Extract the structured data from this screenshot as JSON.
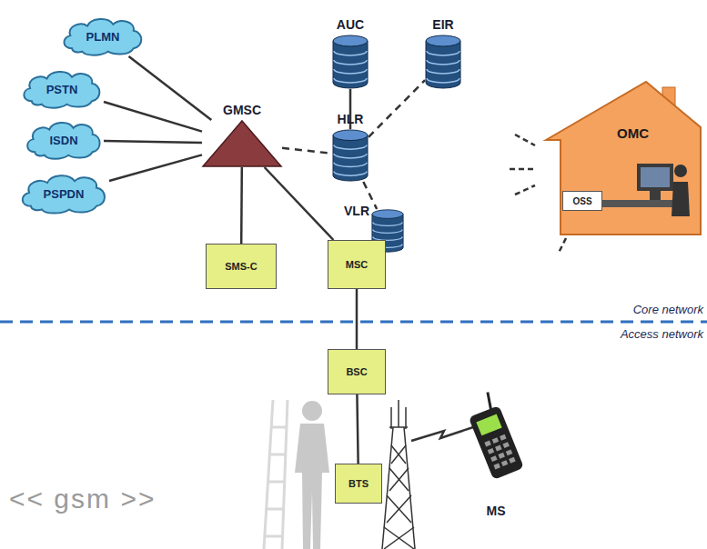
{
  "diagram": {
    "nodes": [
      {
        "text": [
          "AUC"
        ]
      },
      {
        "text": [
          "EIR"
        ]
      },
      {
        "text": [
          "PLMN"
        ]
      },
      {
        "text": [
          "PSTN"
        ]
      },
      {
        "text": [
          "GMSC"
        ]
      },
      {
        "text": [
          "HLR"
        ]
      },
      {
        "text": [
          "OMC"
        ]
      },
      {
        "text": [
          "OSS"
        ],
        "in": 6
      },
      {
        "text": [
          "ISDN"
        ]
      },
      {
        "text": [
          "VLR"
        ]
      },
      {
        "text": [
          "PSPDN"
        ]
      },
      {
        "text": [
          "SMS-C"
        ]
      },
      {
        "text": [
          "MSC"
        ]
      },
      {
        "text": [
          "BSC"
        ]
      },
      {
        "text": [
          "BTS"
        ]
      },
      {
        "text": [
          "MS"
        ]
      }
    ],
    "edges": [
      {
        "from": 2,
        "to": 4,
        "arrow": "none"
      },
      {
        "from": 3,
        "to": 4,
        "arrow": "none"
      },
      {
        "from": 8,
        "to": 4,
        "arrow": "none"
      },
      {
        "from": 10,
        "to": 4,
        "arrow": "none"
      },
      {
        "from": 4,
        "to": 5,
        "arrow": "none"
      },
      {
        "from": 5,
        "to": 0,
        "arrow": "none"
      },
      {
        "from": 5,
        "to": 1,
        "arrow": "none"
      },
      {
        "from": 5,
        "to": 9,
        "arrow": "none"
      },
      {
        "from": 4,
        "to": 11,
        "arrow": "none"
      },
      {
        "from": 4,
        "to": 12,
        "arrow": "none"
      },
      {
        "from": 12,
        "to": 13,
        "arrow": "none"
      },
      {
        "from": 13,
        "to": 14,
        "arrow": "none"
      }
    ],
    "labels": [
      "Core network",
      "Access network",
      "<< gsm >>"
    ]
  }
}
